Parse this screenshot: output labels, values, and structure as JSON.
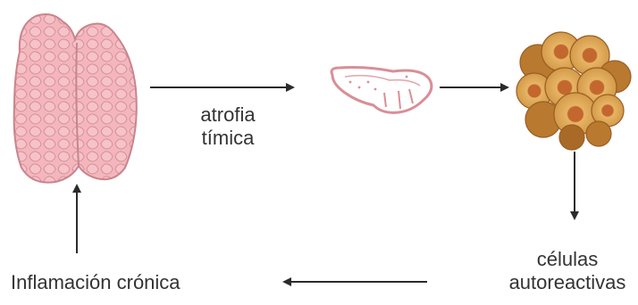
{
  "labels": {
    "atrophy_line1": "atrofia",
    "atrophy_line2": "tímica",
    "autoreactive_line1": "células",
    "autoreactive_line2": "autoreactivas",
    "inflammation": "Inflamación crónica"
  },
  "colors": {
    "arrow": "#2b2b2b",
    "thymus_fill": "#f4b6bd",
    "thymus_stroke": "#c9848c",
    "atrophied_stroke": "#d88f97",
    "cell_outer": "#b9792f",
    "cell_mid": "#dea85a",
    "cell_core": "#c4672f"
  },
  "icons": [
    "thymus-icon",
    "atrophied-thymus-icon",
    "autoreactive-cells-icon"
  ]
}
